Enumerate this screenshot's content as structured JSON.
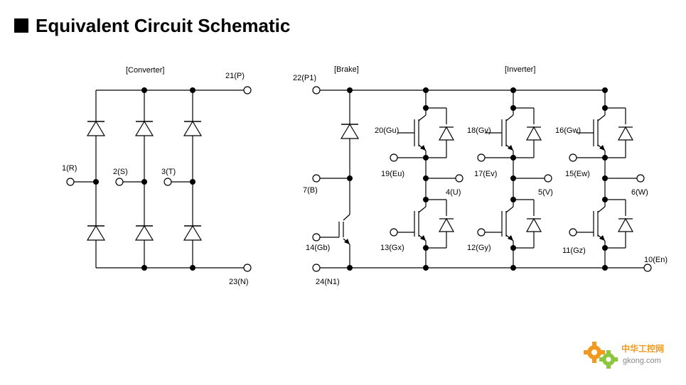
{
  "page": {
    "title": "Equivalent Circuit Schematic"
  },
  "sections": {
    "converter": "[Converter]",
    "brake": "[Brake]",
    "inverter": "[Inverter]"
  },
  "terminals": {
    "t1": "1(R)",
    "t2": "2(S)",
    "t3": "3(T)",
    "t21": "21(P)",
    "t23": "23(N)",
    "t22": "22(P1)",
    "t7": "7(B)",
    "t14": "14(Gb)",
    "t24": "24(N1)",
    "t20": "20(Gu)",
    "t19": "19(Eu)",
    "t4": "4(U)",
    "t13": "13(Gx)",
    "t18": "18(Gv)",
    "t17": "17(Ev)",
    "t5": "5(V)",
    "t12": "12(Gy)",
    "t16": "16(Gw)",
    "t15": "15(Ew)",
    "t6": "6(W)",
    "t11": "11(Gz)",
    "t10": "10(En)"
  },
  "watermark": {
    "cn_text": "中华工控网",
    "url_text": "gkong.com",
    "colors": {
      "gear_orange": "#f29a1f",
      "gear_green": "#8cc63f",
      "text_orange": "#f29a1f",
      "url_gray": "#888888"
    }
  }
}
